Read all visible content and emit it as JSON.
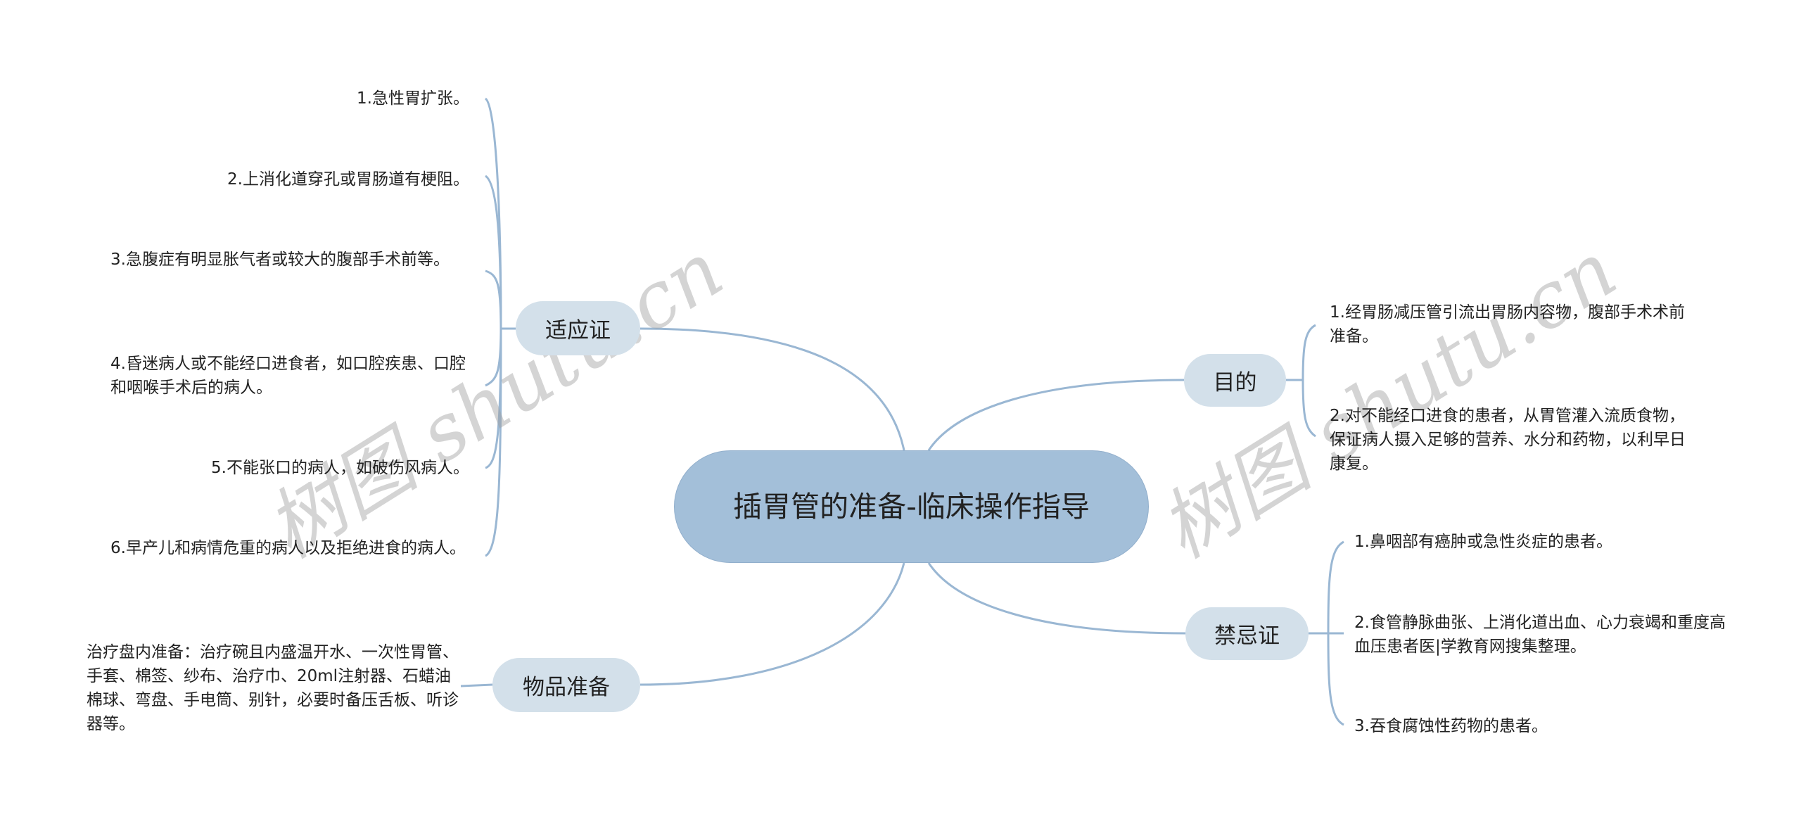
{
  "central_topic": "插胃管的准备-临床操作指导",
  "branches": {
    "indications": {
      "label": "适应证",
      "items": [
        "1.急性胃扩张。",
        "2.上消化道穿孔或胃肠道有梗阻。",
        "3.急腹症有明显胀气者或较大的腹部手术前等。",
        "4.昏迷病人或不能经口进食者，如口腔疾患、口腔和咽喉手术后的病人。",
        "5.不能张口的病人，如破伤风病人。",
        "6.早产儿和病情危重的病人以及拒绝进食的病人。"
      ]
    },
    "supplies": {
      "label": "物品准备",
      "items": [
        "治疗盘内准备：治疗碗且内盛温开水、一次性胃管、手套、棉签、纱布、治疗巾、20ml注射器、石蜡油棉球、弯盘、手电筒、别针，必要时备压舌板、听诊器等。"
      ]
    },
    "purpose": {
      "label": "目的",
      "items": [
        "1.经胃肠减压管引流出胃肠内容物，腹部手术术前准备。",
        "2.对不能经口进食的患者，从胃管灌入流质食物，保证病人摄入足够的营养、水分和药物，以利早日康复。"
      ]
    },
    "contraindications": {
      "label": "禁忌证",
      "items": [
        "1.鼻咽部有癌肿或急性炎症的患者。",
        "2.食管静脉曲张、上消化道出血、心力衰竭和重度高血压患者医|学教育网搜集整理。",
        "3.吞食腐蚀性药物的患者。"
      ]
    }
  },
  "watermark": "树图 shutu.cn",
  "colors": {
    "central_fill": "#a3bfd9",
    "branch_fill": "#d3e0ea",
    "connector": "#9ab7d3",
    "text": "#222222"
  }
}
